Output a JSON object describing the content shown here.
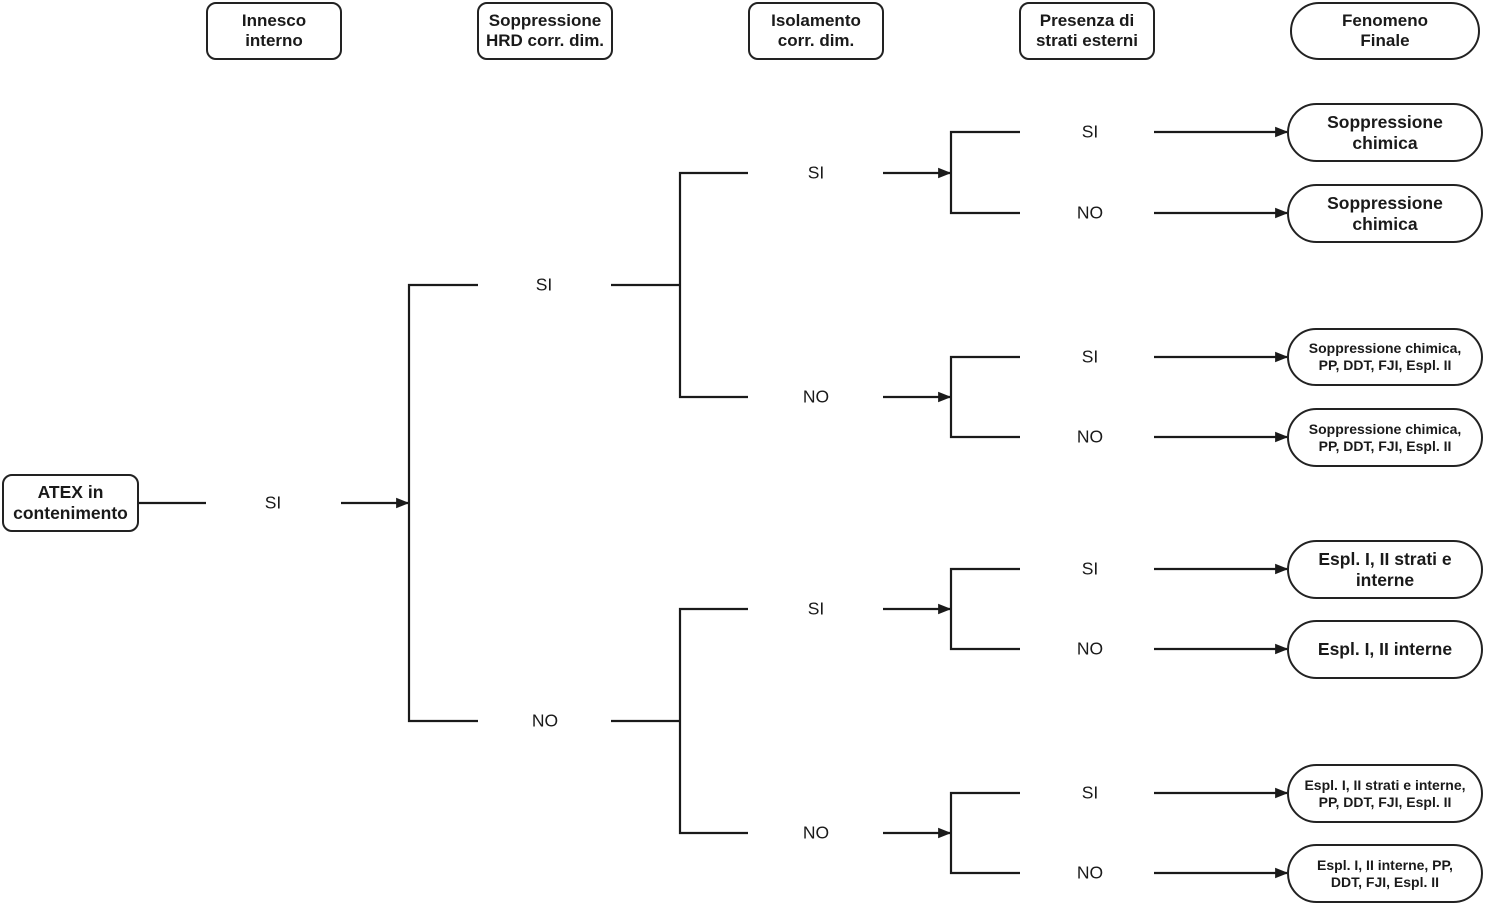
{
  "headers": {
    "innesco": "Innesco\ninterno",
    "soppressione": "Soppressione\nHRD corr. dim.",
    "isolamento": "Isolamento\ncorr. dim.",
    "strati": "Presenza di\nstrati esterni",
    "fenomeno": "Fenomeno\nFinale"
  },
  "root": "ATEX in\ncontenimento",
  "labels": {
    "innesco_si": "SI",
    "hrd_si": "SI",
    "hrd_no": "NO",
    "iso_si_1": "SI",
    "iso_no_1": "NO",
    "iso_si_2": "SI",
    "iso_no_2": "NO",
    "strati": [
      "SI",
      "NO",
      "SI",
      "NO",
      "SI",
      "NO",
      "SI",
      "NO"
    ]
  },
  "outcomes": [
    "Soppressione\nchimica",
    "Soppressione\nchimica",
    "Soppressione chimica,\nPP,  DDT, FJI, Espl. II",
    "Soppressione chimica,\nPP, DDT, FJI, Espl. II",
    "Espl. I, II strati e\ninterne",
    "Espl. I, II interne",
    "Espl. I, II strati e interne,\nPP, DDT, FJI, Espl. II",
    "Espl. I, II interne, PP,\nDDT, FJI, Espl. II"
  ]
}
